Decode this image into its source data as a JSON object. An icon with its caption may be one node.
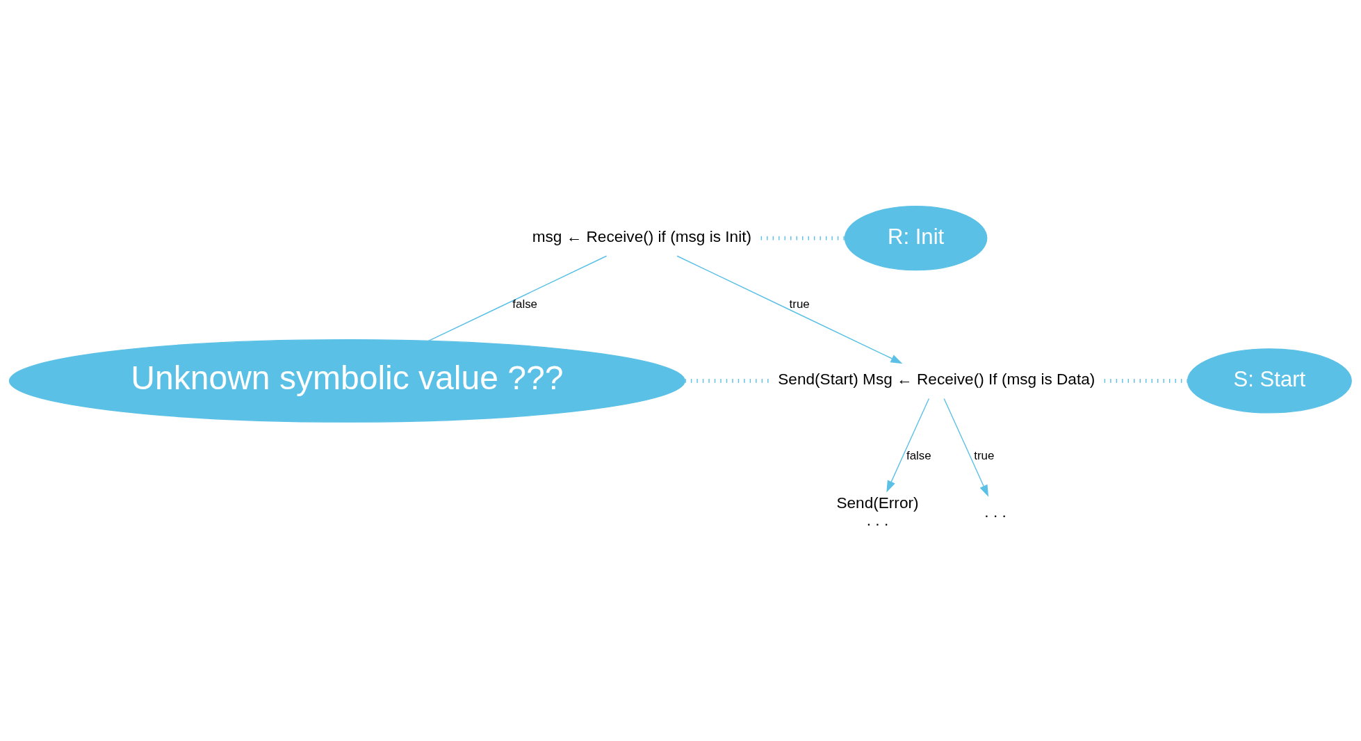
{
  "diagram": {
    "nodes": [
      {
        "text": [
          "msg ← Receive() if (msg is Init)"
        ]
      },
      {
        "text": [
          "R: Init"
        ]
      },
      {
        "text": [
          "Unknown symbolic value ???"
        ]
      },
      {
        "text": [
          "Send(Start) Msg ← Receive() If (msg is Data)"
        ]
      },
      {
        "text": [
          "S: Start"
        ]
      },
      {
        "text": [
          "Send(Error)",
          ". . ."
        ]
      },
      {
        "text": [
          ". . ."
        ]
      }
    ],
    "edges": [
      {
        "from": 0,
        "to": 1,
        "arrow": "none",
        "style": "dashed"
      },
      {
        "from": 0,
        "to": 2,
        "arrow": "none",
        "label": "false"
      },
      {
        "from": 0,
        "to": 3,
        "arrow": "to",
        "label": "true"
      },
      {
        "from": 2,
        "to": 3,
        "arrow": "none",
        "style": "dashed"
      },
      {
        "from": 3,
        "to": 4,
        "arrow": "none",
        "style": "dashed"
      },
      {
        "from": 3,
        "to": 5,
        "arrow": "to",
        "label": "false"
      },
      {
        "from": 3,
        "to": 6,
        "arrow": "to",
        "label": "true"
      }
    ]
  }
}
